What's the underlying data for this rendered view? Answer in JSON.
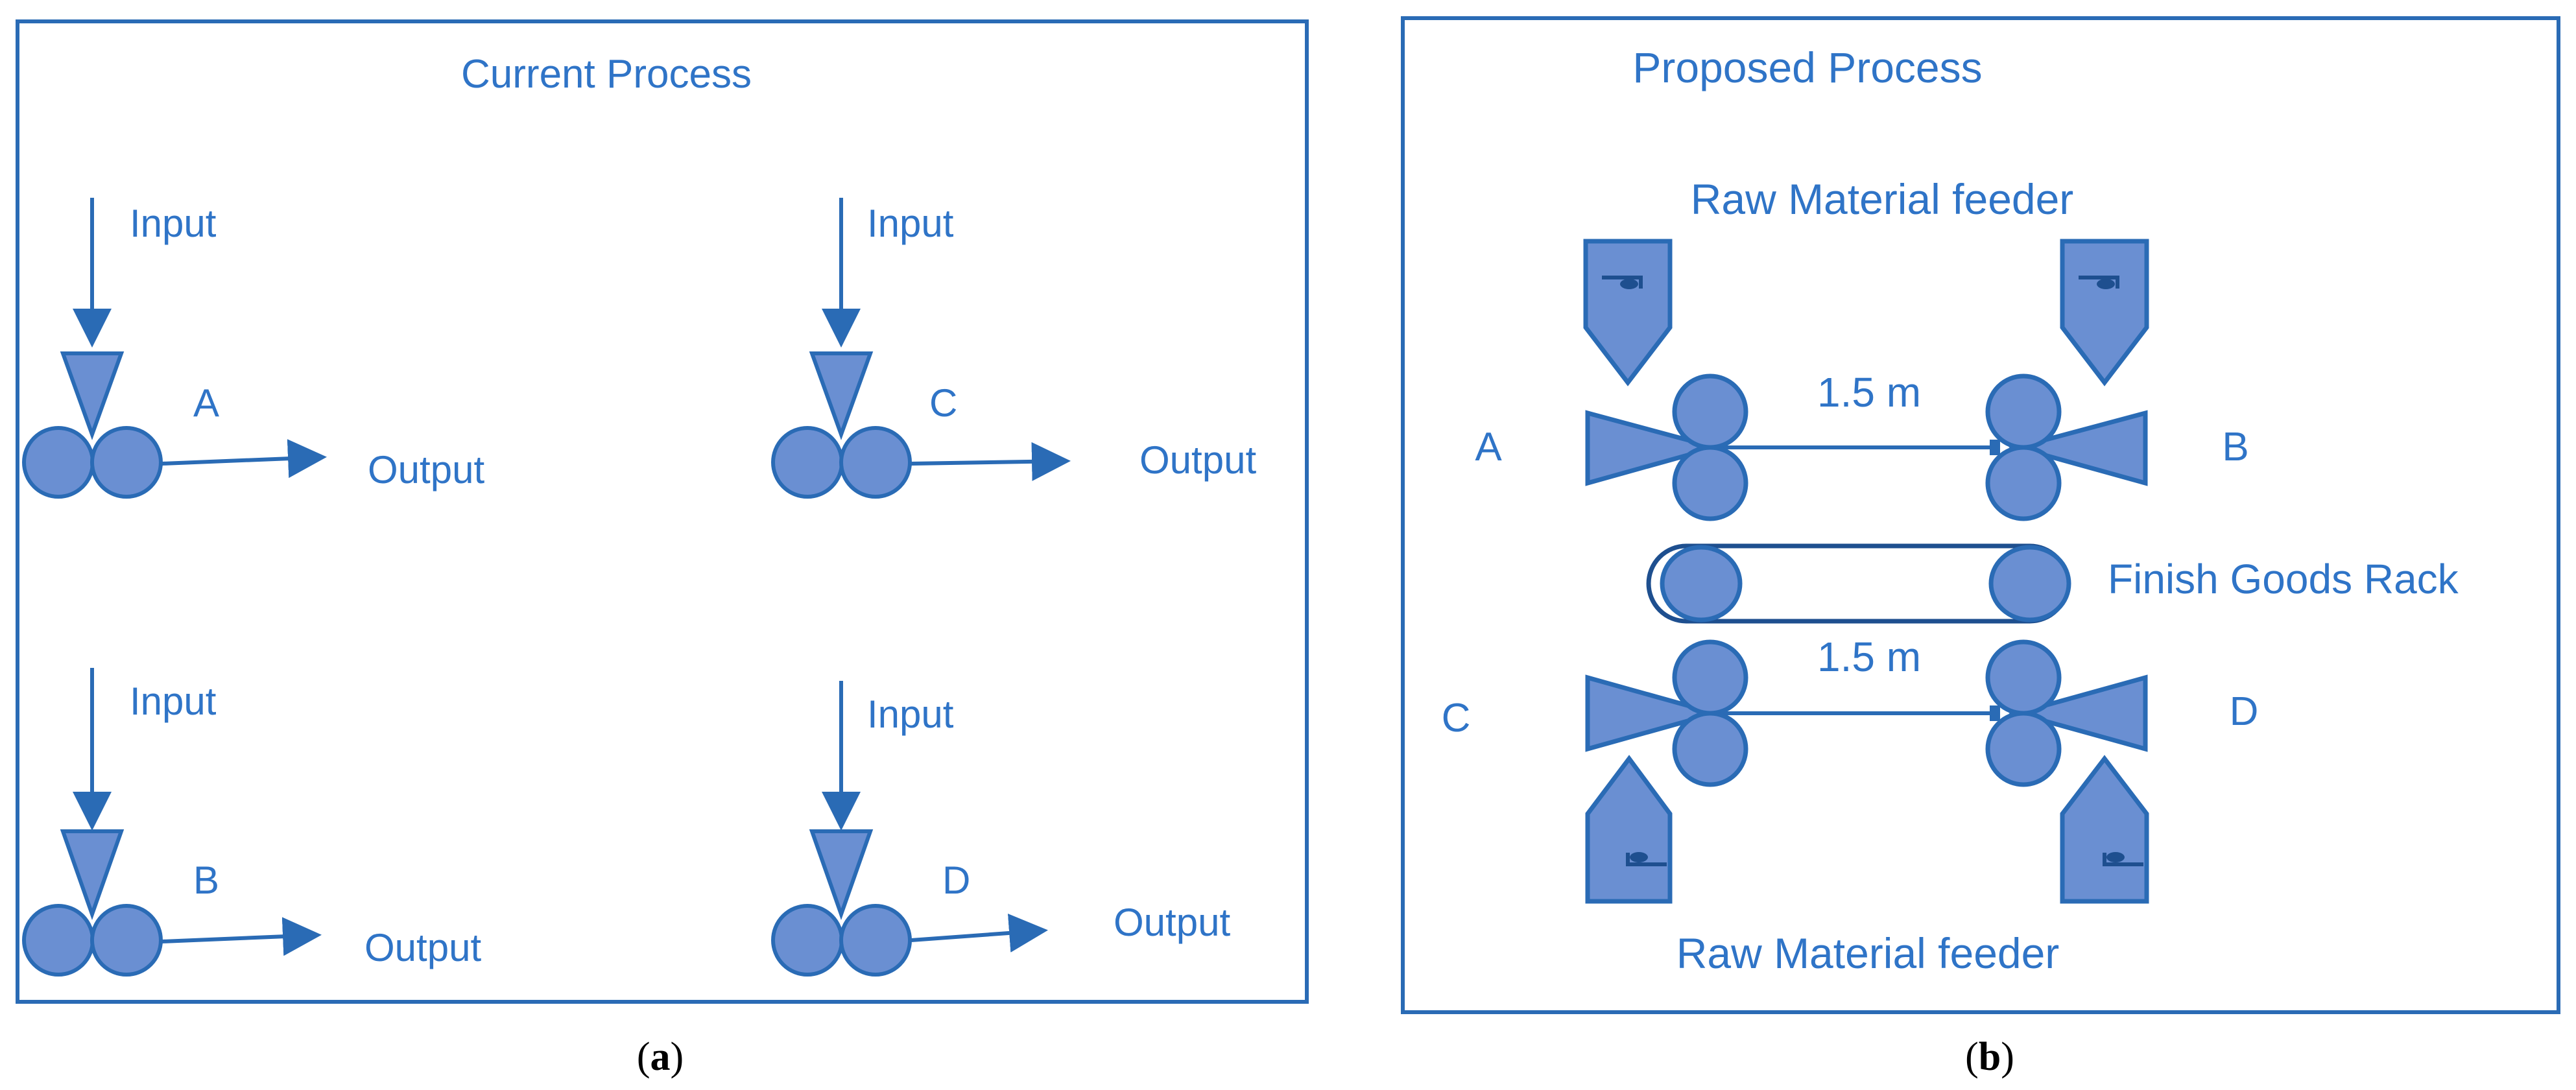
{
  "colors": {
    "stroke": "#2a6bb5",
    "fill": "#6a8fd2",
    "text": "#2f74c7",
    "caption": "#000000"
  },
  "panel_a": {
    "title": "Current Process",
    "caption": "a",
    "units": [
      {
        "id": "A",
        "input": "Input",
        "output": "Output"
      },
      {
        "id": "C",
        "input": "Input",
        "output": "Output"
      },
      {
        "id": "B",
        "input": "Input",
        "output": "Output"
      },
      {
        "id": "D",
        "input": "Input",
        "output": "Output"
      }
    ]
  },
  "panel_b": {
    "title": "Proposed Process",
    "caption": "b",
    "top_feeder_label": "Raw Material feeder",
    "bottom_feeder_label": "Raw Material feeder",
    "distance_top": "1.5 m",
    "distance_bottom": "1.5 m",
    "rack_label": "Finish Goods Rack",
    "machines": [
      "A",
      "B",
      "C",
      "D"
    ]
  }
}
